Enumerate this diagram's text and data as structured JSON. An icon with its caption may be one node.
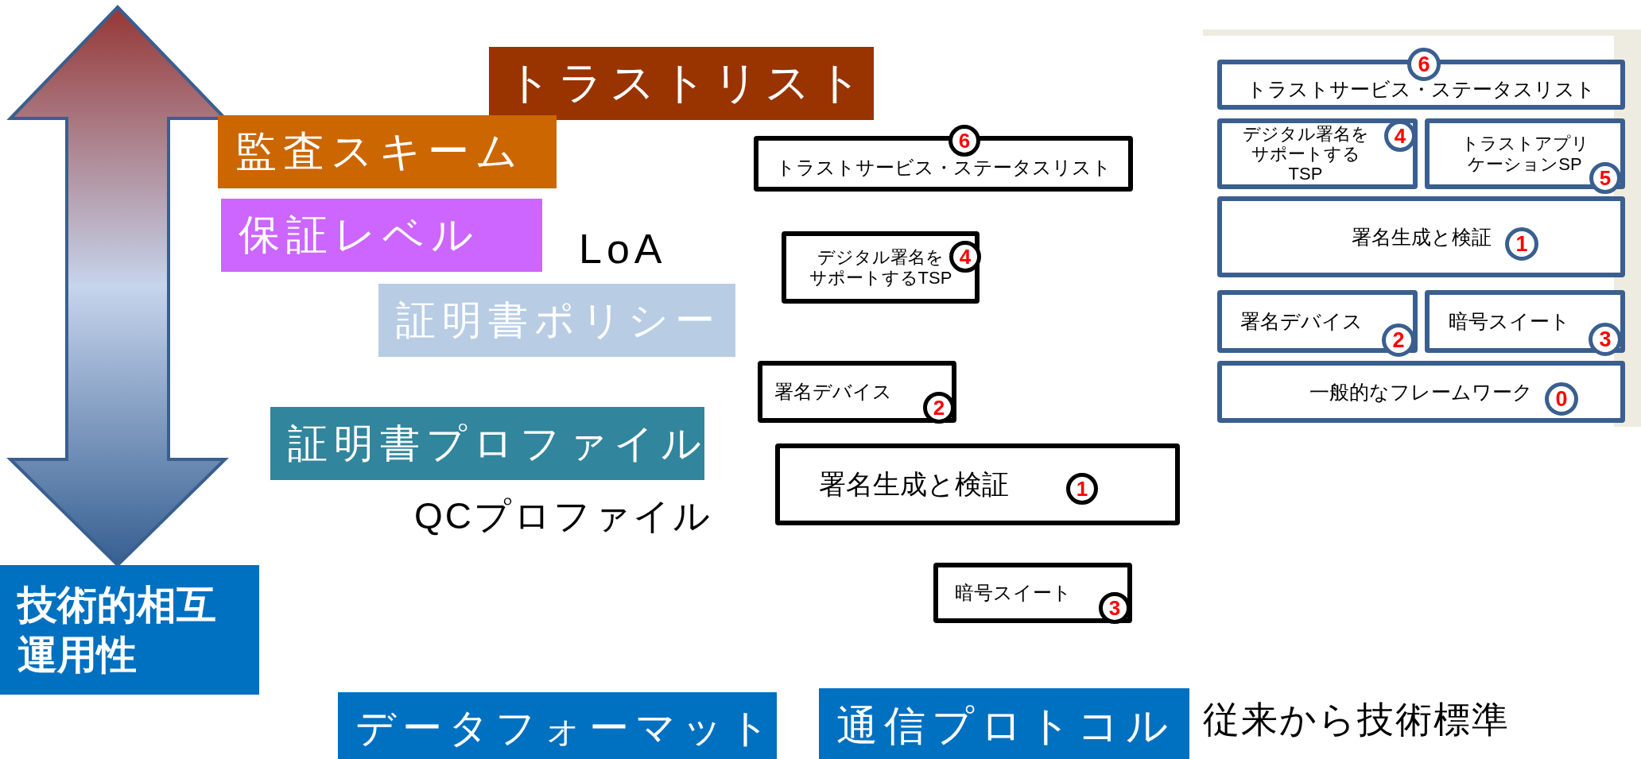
{
  "diagram": {
    "nodes": [
      {
        "text": [
          "トラストリスト"
        ]
      },
      {
        "text": [
          "監査スキーム"
        ]
      },
      {
        "text": [
          "保証レベル"
        ]
      },
      {
        "text": [
          "証明書ポリシー"
        ]
      },
      {
        "text": [
          "証明書プロファイル"
        ]
      },
      {
        "text": [
          "技術的相互運用性"
        ]
      },
      {
        "text": [
          "データフォーマット"
        ]
      },
      {
        "text": [
          "通信プロトコル"
        ]
      },
      {
        "text": [
          "6",
          "トラストサービス・ステータスリスト"
        ]
      },
      {
        "text": [
          "デジタル署名をサポートするTSP",
          "4"
        ]
      },
      {
        "text": [
          "署名デバイス",
          "2"
        ]
      },
      {
        "text": [
          "署名生成と検証",
          "1"
        ]
      },
      {
        "text": [
          "暗号スイート",
          "3"
        ]
      },
      {
        "text": [
          "6",
          "トラストサービス・ステータスリスト"
        ]
      },
      {
        "text": [
          "デジタル署名をサポートするTSP",
          "4"
        ]
      },
      {
        "text": [
          "トラストアプリケーションSP",
          "5"
        ]
      },
      {
        "text": [
          "署名生成と検証",
          "1"
        ]
      },
      {
        "text": [
          "署名デバイス",
          "2"
        ]
      },
      {
        "text": [
          "暗号スイート",
          "3"
        ]
      },
      {
        "text": [
          "一般的なフレームワーク",
          "0"
        ]
      }
    ],
    "labels": [
      "LoA",
      "QCプロファイル",
      "従来から技術標準"
    ]
  }
}
